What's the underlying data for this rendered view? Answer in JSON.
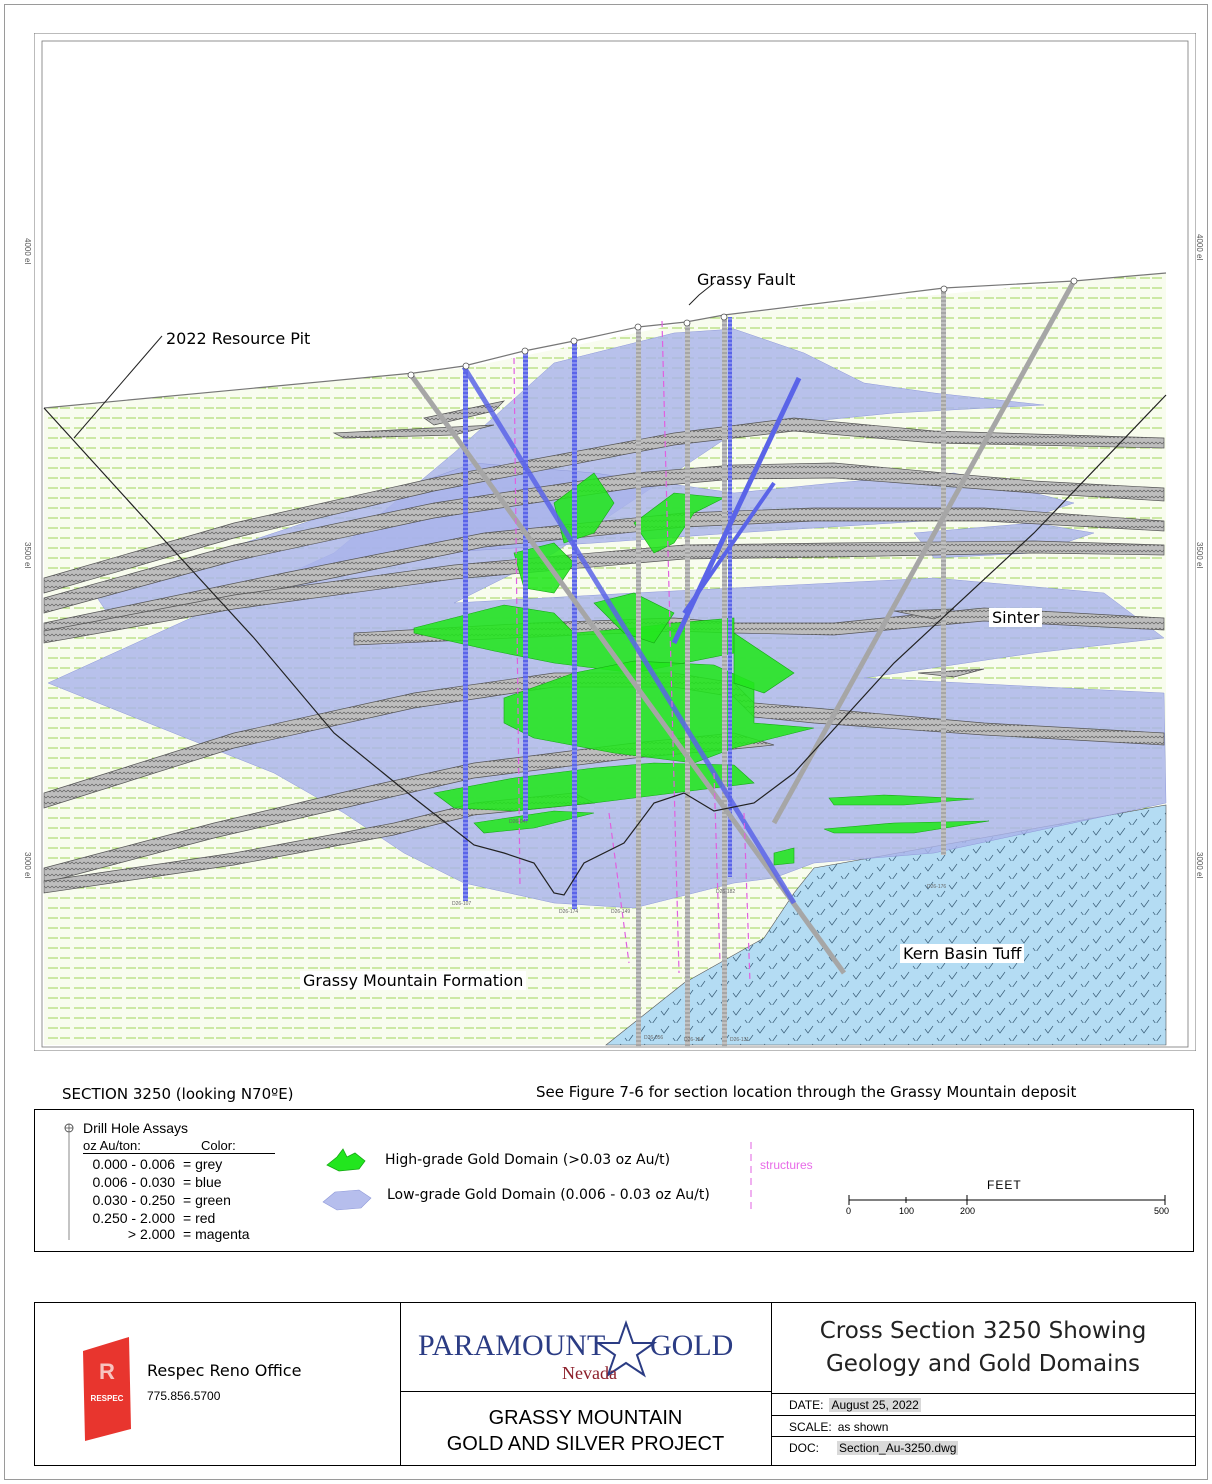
{
  "section": {
    "labels": {
      "grassy_fault": "Grassy Fault",
      "resource_pit": "2022 Resource Pit",
      "sinter": "Sinter",
      "kern_basin_tuff": "Kern Basin Tuff",
      "grassy_mountain_formation": "Grassy Mountain Formation"
    },
    "elevations": [
      "4000 el",
      "3500 el",
      "3000 el"
    ],
    "hole_ids": [
      "D26-107",
      "D26-047",
      "D26-174",
      "D26-149",
      "D26-056",
      "D26-154",
      "D26-182",
      "D26-131",
      "D26-176",
      "D26-056"
    ],
    "colors": {
      "formation_bg": "#f6fbe9",
      "formation_hatch": "#a9d96a",
      "low_grade": "#a9b3ea",
      "high_grade": "#22e61e",
      "tuff": "#b4dcf3",
      "structure": "#e060e0",
      "hole_blue": "#5a64e8",
      "hole_grey": "#a6a6a6"
    }
  },
  "captions": {
    "section_title": "SECTION 3250 (looking N70ºE)",
    "section_note": "See Figure 7-6 for section location through the Grassy Mountain deposit"
  },
  "legend": {
    "title": "Drill Hole Assays",
    "col_range": "oz Au/ton:",
    "col_color": "Color:",
    "rows": [
      {
        "range": "0.000 - 0.006",
        "color": "= grey"
      },
      {
        "range": "0.006 - 0.030",
        "color": "= blue"
      },
      {
        "range": "0.030 - 0.250",
        "color": "= green"
      },
      {
        "range": "0.250 - 2.000",
        "color": "= red"
      },
      {
        "range": "> 2.000",
        "color": "= magenta"
      }
    ],
    "high_grade": "High-grade Gold Domain (>0.03 oz Au/t)",
    "low_grade": "Low-grade Gold Domain (0.006 - 0.03 oz Au/t)",
    "structures": "structures",
    "scale_unit": "FEET",
    "scale_ticks": [
      "0",
      "100",
      "200",
      "500"
    ]
  },
  "titleblock": {
    "office_name": "Respec Reno Office",
    "office_phone": "775.856.5700",
    "logo_text": "RESPEC",
    "brand_left": "PARAMOUNT",
    "brand_right": "GOLD",
    "brand_sub": "Nevada",
    "project_line1": "GRASSY MOUNTAIN",
    "project_line2": "GOLD AND SILVER PROJECT",
    "title_line1": "Cross Section 3250 Showing",
    "title_line2": "Geology and Gold Domains",
    "date_label": "DATE:",
    "date_value": "August 25, 2022",
    "scale_label": "SCALE:",
    "scale_value": "as shown",
    "doc_label": "DOC:",
    "doc_value": "Section_Au-3250.dwg"
  }
}
